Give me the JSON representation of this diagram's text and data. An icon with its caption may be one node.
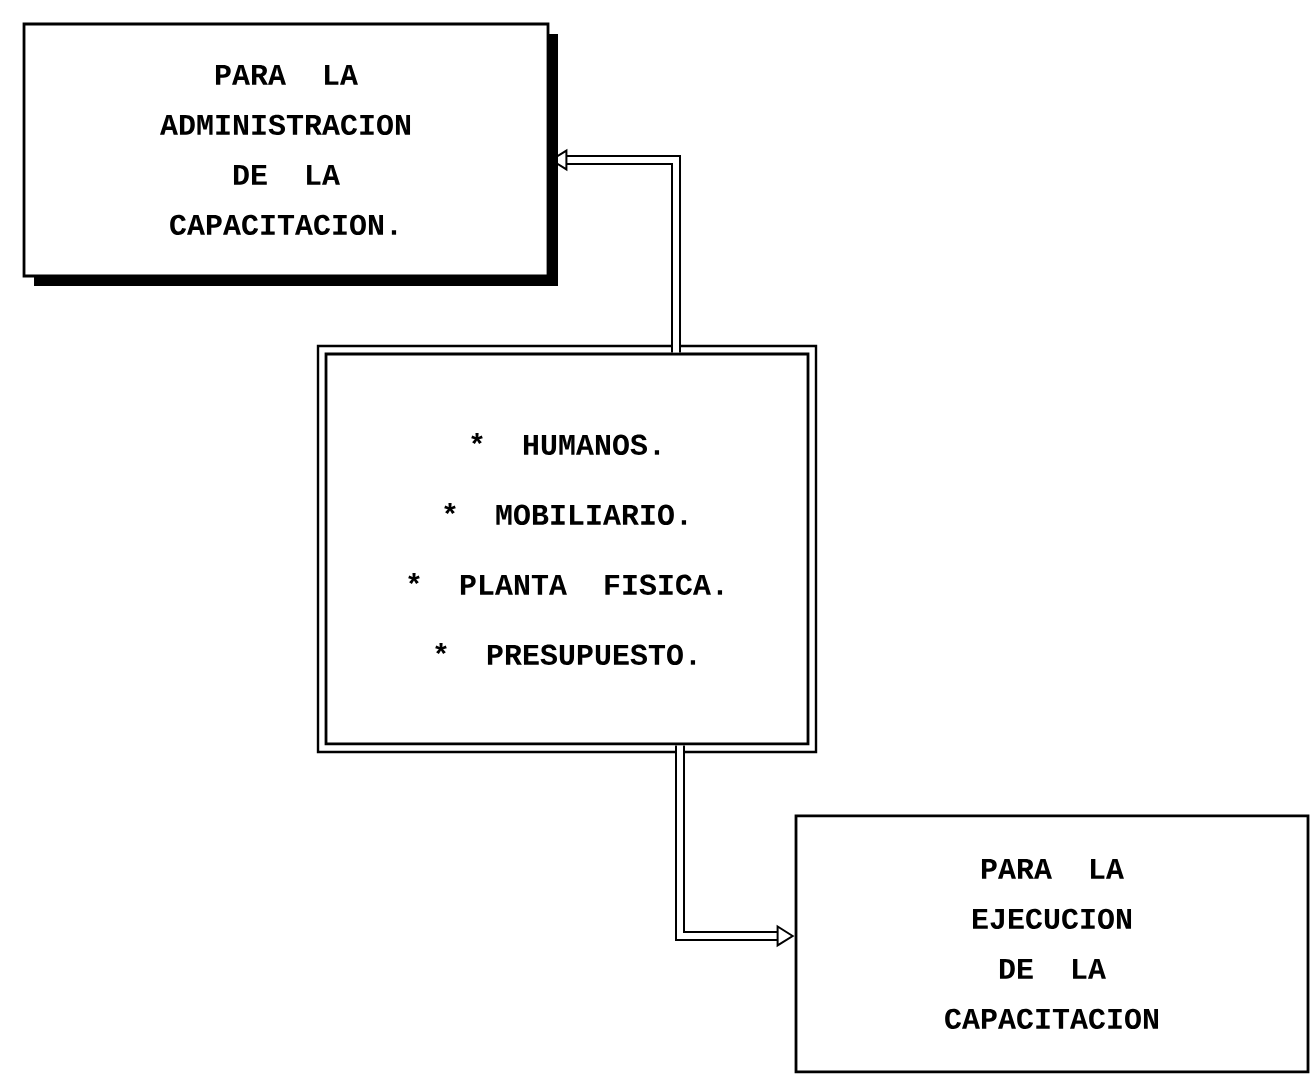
{
  "diagram": {
    "nodes": [
      {
        "text": [
          "PARA LA ADMINISTRACION DE LA CAPACITACION."
        ]
      },
      {
        "text": [
          "* HUMANOS.",
          "* MOBILIARIO.",
          "* PLANTA FISICA.",
          "* PRESUPUESTO."
        ]
      },
      {
        "text": [
          "PARA LA EJECUCION DE LA CAPACITACION"
        ]
      }
    ],
    "edges": [
      {
        "from": 1,
        "to": 0,
        "arrow": "to"
      },
      {
        "from": 1,
        "to": 2,
        "arrow": "to"
      }
    ]
  }
}
